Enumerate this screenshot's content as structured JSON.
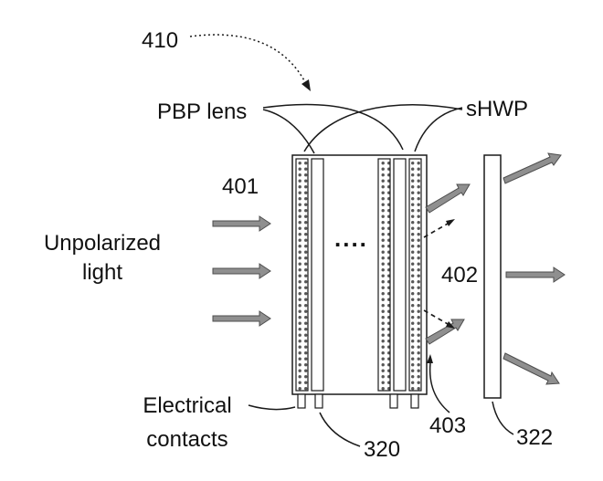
{
  "figure": {
    "labels": {
      "ref_410": "410",
      "pbp_lens": "PBP lens",
      "shwp": "sHWP",
      "ref_401": "401",
      "unpolarized_line1": "Unpolarized",
      "unpolarized_line2": "light",
      "ref_402": "402",
      "ref_403": "403",
      "electrical_line1": "Electrical",
      "electrical_line2": "contacts",
      "ref_320": "320",
      "ref_322": "322",
      "ellipsis": "...."
    },
    "colors": {
      "line": "#1a1a1a",
      "light_arrow": "#8f8f8f",
      "background": "#ffffff"
    }
  }
}
